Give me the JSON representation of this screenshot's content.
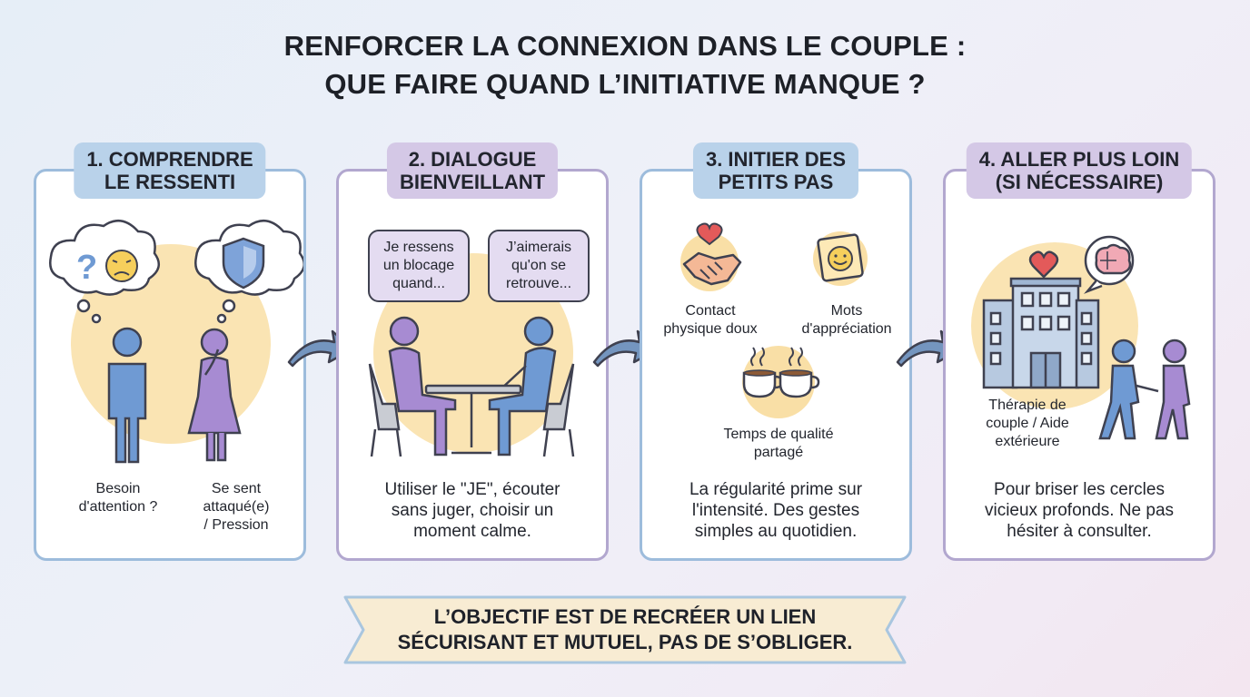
{
  "title": {
    "line1": "RENFORCER LA CONNEXION DANS LE COUPLE :",
    "line2": "QUE FAIRE QUAND L’INITIATIVE MANQUE ?"
  },
  "colors": {
    "blue_accent": "#9dbcdc",
    "purple_accent": "#b2a7cf",
    "label_blue": "#b9d2ea",
    "label_purple": "#d4c8e6",
    "figure_blue": "#6f9ad3",
    "figure_purple": "#a78bd2",
    "sun_yellow": "#f9dfa6",
    "banner_fill": "#f8ecd3",
    "banner_border": "#a9c6df"
  },
  "steps": [
    {
      "label_line1": "1. COMPRENDRE",
      "label_line2": "LE RESSENTI",
      "icons": [
        "question-mark-icon",
        "sad-face-icon",
        "shield-icon"
      ],
      "figure_left_caption": [
        "Besoin",
        "d'attention ?"
      ],
      "figure_right_caption": [
        "Se sent",
        "attaqué(e)",
        "/ Pression"
      ],
      "description": []
    },
    {
      "label_line1": "2. DIALOGUE",
      "label_line2": "BIENVEILLANT",
      "bubble_left": [
        "Je ressens",
        "un blocage",
        "quand..."
      ],
      "bubble_right": [
        "J’aimerais",
        "qu'on se",
        "retrouve..."
      ],
      "description": [
        "Utiliser le \"JE\", écouter",
        "sans juger, choisir un",
        "moment calme."
      ]
    },
    {
      "label_line1": "3. INITIER DES",
      "label_line2": "PETITS PAS",
      "items": [
        {
          "icon": "handshake-heart-icon",
          "label": [
            "Contact",
            "physique doux"
          ]
        },
        {
          "icon": "smiley-note-icon",
          "label": [
            "Mots",
            "d'appréciation"
          ]
        },
        {
          "icon": "coffee-cups-icon",
          "label": [
            "Temps de qualité",
            "partagé"
          ]
        }
      ],
      "description": [
        "La régularité prime sur",
        "l'intensité. Des gestes",
        "simples au quotidien."
      ]
    },
    {
      "label_line1": "4. ALLER PLUS LOIN",
      "label_line2": "(SI NÉCESSAIRE)",
      "icons": [
        "building-heart-icon",
        "brain-bubble-icon",
        "walking-couple-icon"
      ],
      "caption": [
        "Thérapie de",
        "couple / Aide",
        "extérieure"
      ],
      "description": [
        "Pour briser les cercles",
        "vicieux profonds. Ne pas",
        "hésiter à consulter."
      ]
    }
  ],
  "banner": {
    "line1": "L’OBJECTIF EST DE RECRÉER UN LIEN",
    "line2": "SÉCURISANT ET MUTUEL, PAS DE S’OBLIGER."
  }
}
